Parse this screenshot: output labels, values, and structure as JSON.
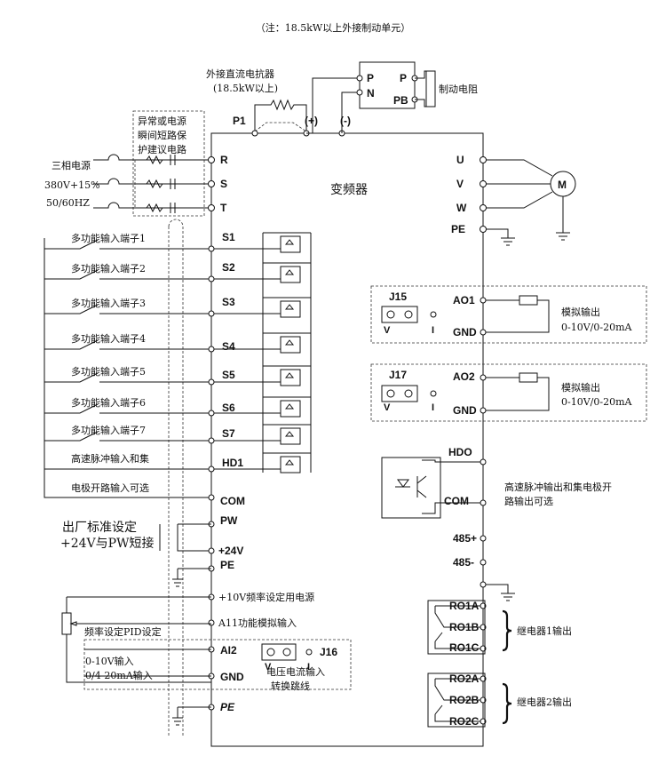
{
  "note": "（注：18.5kW以上外接制动单元）",
  "reactor": {
    "line1": "外接直流电抗器",
    "line2": "(18.5kW以上)"
  },
  "brake": {
    "p1": "P",
    "p2": "P",
    "n": "N",
    "pb": "PB",
    "label": "制动电阻"
  },
  "bus": {
    "p1": "P1",
    "plus": "(+)",
    "minus": "(-)"
  },
  "protection": [
    "异常或电源",
    "瞬间短路保",
    "护建议电路"
  ],
  "power_source": [
    "三相电源",
    "380V+15%",
    "50/60HZ"
  ],
  "inverter_label": "变频器",
  "input_terminals": [
    "R",
    "S",
    "T"
  ],
  "output_terminals": [
    "U",
    "V",
    "W",
    "PE"
  ],
  "motor": "M",
  "digital_inputs": {
    "left_labels": [
      "多功能输入端子1",
      "多功能输入端子2",
      "多功能输入端子3",
      "多功能输入端子4",
      "多功能输入端子5",
      "多功能输入端子6",
      "多功能输入端子7",
      "高速脉冲输入和集",
      "电极开路输入可选"
    ],
    "terminals": [
      "S1",
      "S2",
      "S3",
      "S4",
      "S5",
      "S6",
      "S7",
      "HD1"
    ],
    "com": "COM",
    "pw": "PW"
  },
  "factory_setting": [
    "出厂标准设定",
    "+24V与PW短接"
  ],
  "power24": {
    "v24": "+24V",
    "pe": "PE"
  },
  "analog_in": {
    "v10": "+10V频率设定用电源",
    "ai1": "A11功能模拟输入",
    "pid": "频率设定PID设定",
    "ai2": "AI2",
    "gnd": "GND",
    "range1": "0-10V输入",
    "range2": "0/4-20mA输入",
    "pe": "PE"
  },
  "j16": {
    "name": "J16",
    "v": "V",
    "i": "I",
    "desc1": "电压电流输入",
    "desc2": "转换跳线"
  },
  "j15": {
    "name": "J15",
    "v": "V",
    "i": "I",
    "ao": "AO1",
    "gnd": "GND",
    "desc1": "模拟输出",
    "desc2": "0-10V/0-20mA"
  },
  "j17": {
    "name": "J17",
    "v": "V",
    "i": "I",
    "ao": "AO2",
    "gnd": "GND",
    "desc1": "模拟输出",
    "desc2": "0-10V/0-20mA"
  },
  "hdo": {
    "hdo": "HDO",
    "com": "COM",
    "desc1": "高速脉冲输出和集电极开",
    "desc2": "路输出可选"
  },
  "rs485": {
    "plus": "485+",
    "minus": "485-"
  },
  "relay1": {
    "a": "RO1A",
    "b": "RO1B",
    "c": "RO1C",
    "label": "继电器1输出"
  },
  "relay2": {
    "a": "RO2A",
    "b": "RO2B",
    "c": "RO2C",
    "label": "继电器2输出"
  }
}
